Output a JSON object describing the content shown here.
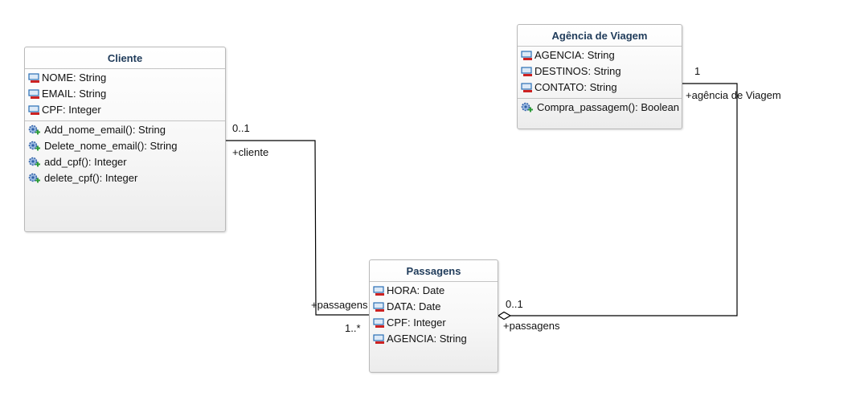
{
  "classes": {
    "cliente": {
      "name": "Cliente",
      "attributes": [
        "NOME: String",
        "EMAIL: String",
        "CPF: Integer"
      ],
      "operations": [
        "Add_nome_email(): String",
        "Delete_nome_email(): String",
        "add_cpf(): Integer",
        "delete_cpf(): Integer"
      ]
    },
    "agencia": {
      "name": "Agência de Viagem",
      "attributes": [
        "AGENCIA: String",
        "DESTINOS: String",
        "CONTATO: String"
      ],
      "operations": [
        "Compra_passagem(): Boolean"
      ]
    },
    "passagens": {
      "name": "Passagens",
      "attributes": [
        "HORA: Date",
        "DATA: Date",
        "CPF: Integer",
        "AGENCIA: String"
      ],
      "operations": []
    }
  },
  "associations": {
    "cliente_passagens": {
      "cliente_multiplicity": "0..1",
      "cliente_role": "+cliente",
      "passagens_role": "+passagens",
      "passagens_multiplicity": "1..*"
    },
    "agencia_passagens": {
      "agencia_multiplicity": "1",
      "agencia_role": "+agência de Viagem",
      "passagens_multiplicity": "0..1",
      "passagens_role": "+passagens"
    }
  },
  "icons": {
    "attribute": "attribute-icon",
    "operation": "operation-icon",
    "aggregation": "aggregation-diamond-icon"
  },
  "colors": {
    "title": "#1f3b5a",
    "attribute_icon": "#2a6fb5",
    "private_marker": "#cc2222",
    "operation_icon": "#2e5fa8",
    "public_marker": "#2e9b3a",
    "line": "#000000"
  }
}
